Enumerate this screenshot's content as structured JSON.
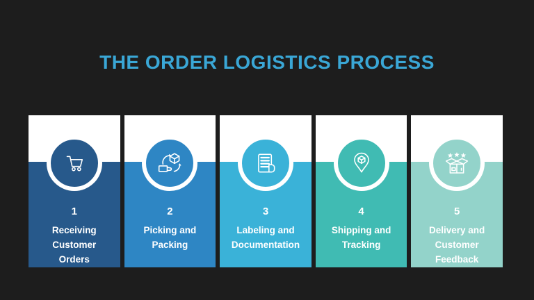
{
  "background": "#1d1d1d",
  "title": {
    "text": "THE ORDER LOGISTICS PROCESS",
    "color": "#3aa7d6"
  },
  "steps": [
    {
      "number": "1",
      "label": "Receiving\nCustomer\nOrders",
      "color": "#27598b",
      "icon": "shopping-cart-icon"
    },
    {
      "number": "2",
      "label": "Picking and\nPacking",
      "color": "#2e86c4",
      "icon": "picking-packing-icon"
    },
    {
      "number": "3",
      "label": "Labeling and\nDocumentation",
      "color": "#3ab2d8",
      "icon": "document-icon"
    },
    {
      "number": "4",
      "label": "Shipping and\nTracking",
      "color": "#40bbb3",
      "icon": "location-pin-box-icon"
    },
    {
      "number": "5",
      "label": "Delivery and\nCustomer\nFeedback",
      "color": "#93d3ca",
      "icon": "open-box-stars-icon"
    }
  ]
}
